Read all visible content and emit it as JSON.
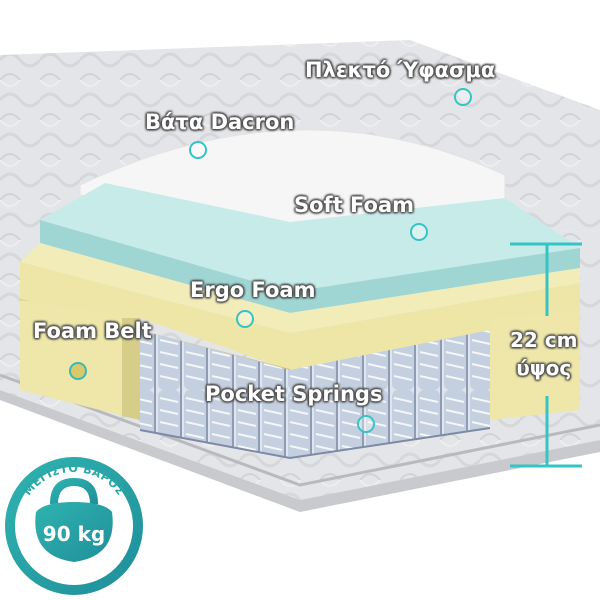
{
  "labels": {
    "knit_fabric": "Πλεκτό Ύφασμα",
    "dacron": "Βάτα Dacron",
    "soft_foam": "Soft Foam",
    "ergo_foam": "Ergo Foam",
    "foam_belt": "Foam Belt",
    "pocket_springs": "Pocket Springs"
  },
  "height": {
    "value": "22 cm",
    "word": "ύψος"
  },
  "badge": {
    "title": "ΜΕΓΙΣΤΟ ΒΑΡΟΣ",
    "weight": "90 kg"
  },
  "colors": {
    "accent": "#3bb8b8",
    "foam_soft": "#bfe6e4",
    "foam_ergo": "#f0eab0",
    "fabric": "#e2e3e6"
  }
}
